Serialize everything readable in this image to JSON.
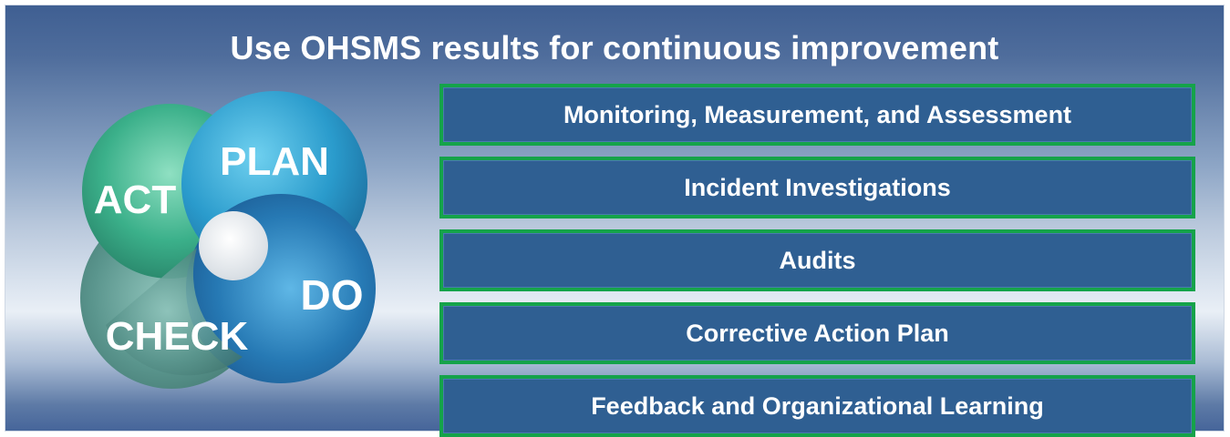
{
  "title": "Use OHSMS results for continuous improvement",
  "cycle": {
    "plan": "Plan",
    "do": "Do",
    "check": "Check",
    "act": "Act"
  },
  "items": [
    {
      "label": "Monitoring, Measurement, and Assessment"
    },
    {
      "label": "Incident Investigations"
    },
    {
      "label": "Audits"
    },
    {
      "label": "Corrective Action Plan"
    },
    {
      "label": "Feedback and Organizational Learning"
    }
  ],
  "colors": {
    "box_fill": "#2f5f92",
    "box_border": "#15a34a",
    "plan": "#2b9fcf",
    "do": "#1f6ea8",
    "check": "#4f8f86",
    "act": "#3bb08a"
  }
}
